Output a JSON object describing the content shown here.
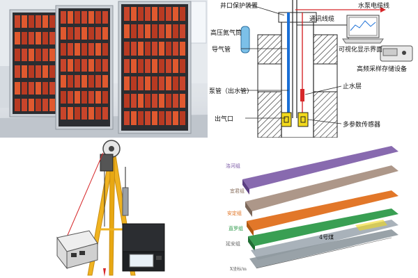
{
  "diagram": {
    "labels": {
      "wellhead": "井口保护装置",
      "pump_cable": "水泵电缆线",
      "comm_cable": "通讯线缆",
      "nitrogen": "高压氮气筒",
      "gas_guide": "导气管",
      "display": "可视化显示界面",
      "storage": "高频采样存储设备",
      "water_stop": "止水层",
      "pump_pipe": "泵管（出水管）",
      "gas_outlet": "出气口",
      "sensor": "多参数传感器"
    }
  },
  "geology": {
    "layers": [
      "洛河组",
      "宜君组",
      "安定组",
      "直罗组",
      "延安组"
    ],
    "coal_seam": "4号煤",
    "axis_label": "X坐标/m"
  },
  "colors": {
    "luohe": "#7b5aa6",
    "yijun": "#a48c7c",
    "anding": "#e0701e",
    "zhiluo": "#2e9a4a",
    "yanan": "#9aa4ae",
    "pipe_blue": "#1a6fd6",
    "pipe_red": "#d6282a",
    "sensor_yellow": "#f2d91c"
  }
}
